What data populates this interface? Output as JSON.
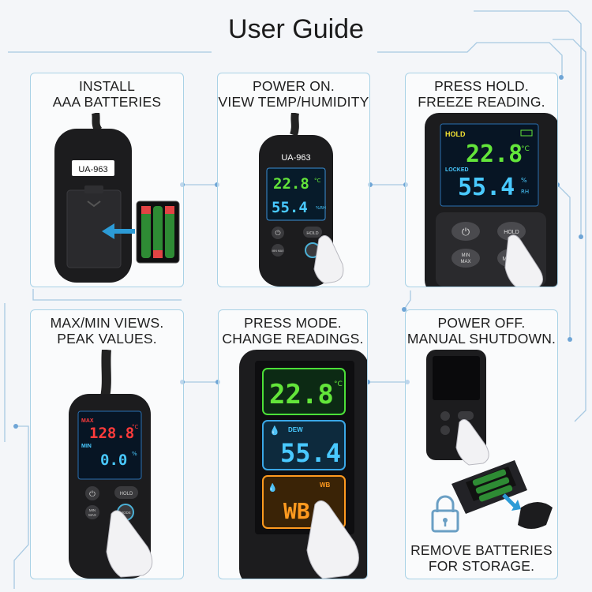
{
  "title": "User Guide",
  "steps": [
    {
      "line1": "INSTALL",
      "line2": "AAA BATTERIES",
      "model": "UA-963"
    },
    {
      "line1": "POWER ON.",
      "line2": "VIEW TEMP/HUMIDITY",
      "model": "UA-963",
      "temp": "22.8",
      "temp_unit": "°C",
      "hum": "55.4",
      "hum_unit": "%RH",
      "btn_hold": "HOLD",
      "btn_minmax": "MIN MAX"
    },
    {
      "line1": "PRESS HOLD.",
      "line2": "FREEZE READING.",
      "status_hold": "HOLD",
      "status_locked": "LOCKED",
      "temp": "22.8",
      "temp_unit": "°C",
      "hum": "55.4",
      "hum_unit1": "%",
      "hum_unit2": "RH",
      "btn_hold": "HOLD",
      "btn_min": "MIN",
      "btn_max": "MAX",
      "btn_mode": "MO"
    },
    {
      "line1": "MAX/MIN VIEWS.",
      "line2": "PEAK VALUES.",
      "max_label": "MAX",
      "min_label": "MIN",
      "max_val": "128.8",
      "max_unit": "°C",
      "min_val": "0.0",
      "min_unit": "%",
      "btn_hold": "HOLD",
      "btn_min": "MIN",
      "btn_max": "MAX",
      "btn_mode": "MODE"
    },
    {
      "line1": "PRESS MODE.",
      "line2": "CHANGE READINGS.",
      "temp": "22.8",
      "temp_unit": "°C",
      "dew_label": "DEW",
      "dew": "55.4",
      "wb_label": "WB",
      "wb": "WB"
    },
    {
      "line1": "POWER OFF.",
      "line2": "MANUAL SHUTDOWN.",
      "line3": "REMOVE BATTERIES",
      "line4": "FOR STORAGE."
    }
  ],
  "colors": {
    "panel_border": "#a9d2e6",
    "lcd_green": "#63e53a",
    "lcd_cyan": "#49c9ff",
    "lcd_red": "#ff3b3b",
    "lcd_orange": "#ff9a1f",
    "device_body": "#1c1c1e"
  }
}
